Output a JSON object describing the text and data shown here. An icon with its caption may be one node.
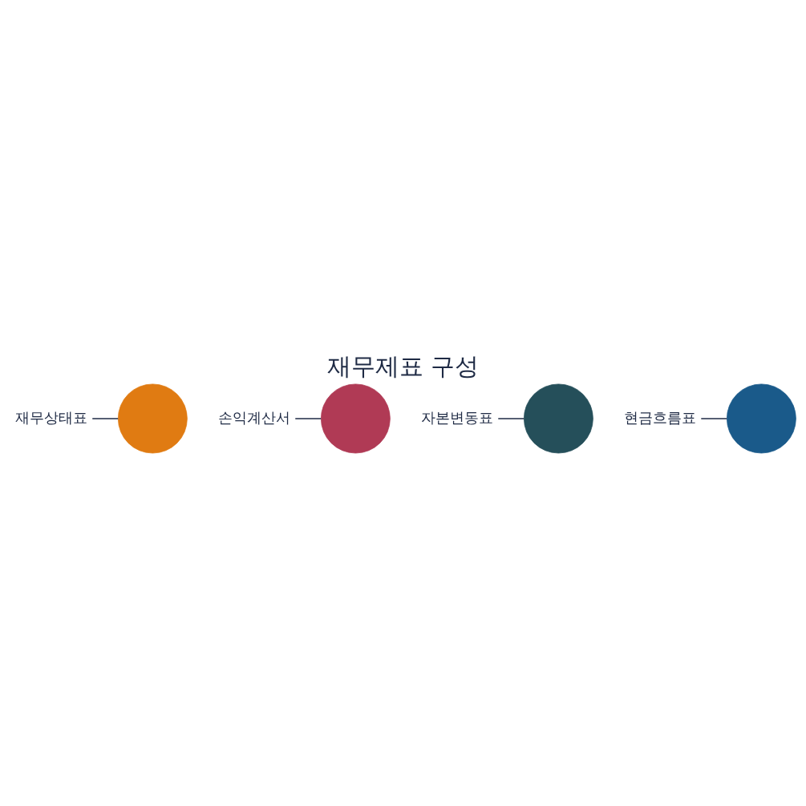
{
  "diagram": {
    "title": "재무제표 구성",
    "nodes": [
      {
        "text": [
          "재무상태표"
        ]
      },
      {
        "text": [],
        "shape": "circle"
      },
      {
        "text": [
          "손익계산서"
        ]
      },
      {
        "text": [],
        "shape": "circle"
      },
      {
        "text": [],
        "shape": "circle"
      },
      {
        "text": [
          "자본변동표"
        ]
      },
      {
        "text": [],
        "shape": "circle"
      },
      {
        "text": [
          "현금흐름표"
        ]
      }
    ],
    "edges": [
      {
        "from": 0,
        "to": 1,
        "arrow": "none"
      },
      {
        "from": 2,
        "to": 3,
        "arrow": "none"
      },
      {
        "from": 5,
        "to": 4,
        "arrow": "none"
      },
      {
        "from": 7,
        "to": 6,
        "arrow": "none"
      }
    ]
  }
}
